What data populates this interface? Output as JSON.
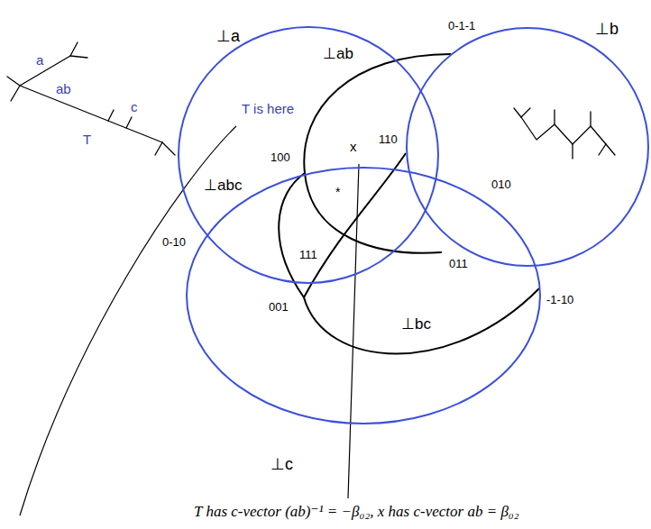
{
  "diagram": {
    "caption": "T has c-vector (ab)⁻¹ = −β₀₂, x has c-vector ab = β₀₂",
    "nodes": [
      {
        "text": [
          "⊥a"
        ]
      },
      {
        "text": [
          "⊥b"
        ]
      },
      {
        "text": [
          "⊥c"
        ]
      }
    ],
    "labels": [
      "a",
      "ab",
      "c",
      "T",
      "T is here",
      "⊥ab",
      "x",
      "*",
      "0-1-1",
      "100",
      "110",
      "010",
      "0-10",
      "⊥abc",
      "111",
      "011",
      "001",
      "-1-10",
      "⊥bc"
    ]
  }
}
